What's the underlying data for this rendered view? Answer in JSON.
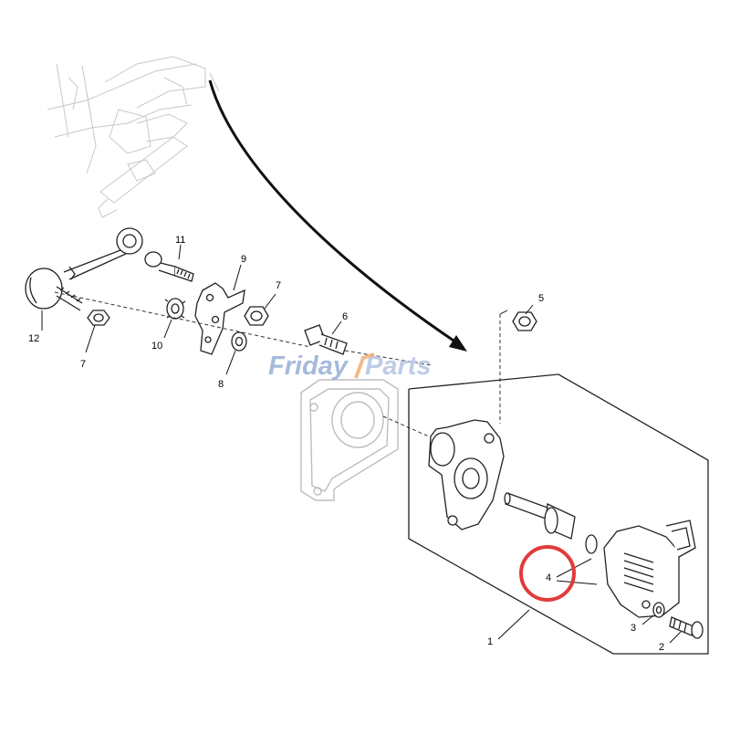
{
  "watermark": {
    "word_a": "Friday",
    "word_b": "Parts",
    "color_a": "#9db3d8",
    "color_b": "#b8c7e4",
    "accent": "#f2b27a"
  },
  "callouts": {
    "c1": "1",
    "c2": "2",
    "c3": "3",
    "c4": "4",
    "c5": "5",
    "c6": "6",
    "c7a": "7",
    "c7b": "7",
    "c8": "8",
    "c9": "9",
    "c10": "10",
    "c11": "11",
    "c12": "12"
  },
  "highlight_color": "#e23a3a"
}
